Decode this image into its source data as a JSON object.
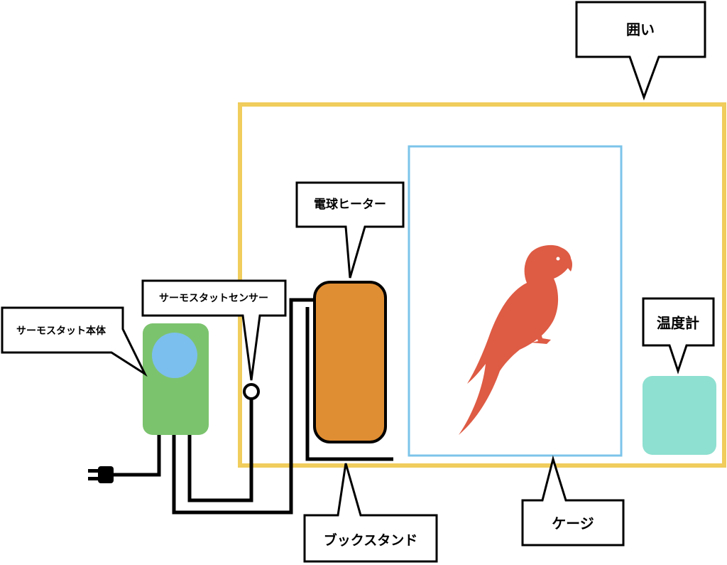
{
  "labels": {
    "enclosure": "囲い",
    "bulb_heater": "電球ヒーター",
    "thermostat_sensor": "サーモスタットセンサー",
    "thermostat_body": "サーモスタット本体",
    "thermometer": "温度計",
    "bookstand": "ブックスタンド",
    "cage": "ケージ"
  },
  "colors": {
    "enclosure_border": "#F0CD5C",
    "cage_border": "#7CC4EA",
    "heater_fill": "#E08E33",
    "thermostat_fill": "#7CC36E",
    "thermostat_dial": "#7BBFEE",
    "thermometer_fill": "#8EE0D0",
    "parrot": "#DE5B44",
    "line": "#000000"
  }
}
